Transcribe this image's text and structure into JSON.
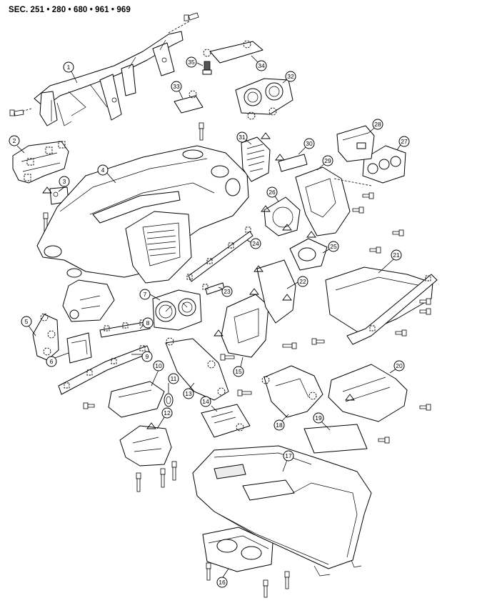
{
  "header": {
    "section_title": "SEC. 251 • 280 • 680 • 961 • 969"
  },
  "callouts": [
    "1",
    "2",
    "3",
    "4",
    "5",
    "6",
    "7",
    "8",
    "9",
    "10",
    "11",
    "12",
    "13",
    "14",
    "15",
    "16",
    "17",
    "18",
    "19",
    "20",
    "21",
    "22",
    "23",
    "24",
    "25",
    "26",
    "27",
    "28",
    "29",
    "30",
    "31",
    "32",
    "33",
    "34",
    "35"
  ]
}
